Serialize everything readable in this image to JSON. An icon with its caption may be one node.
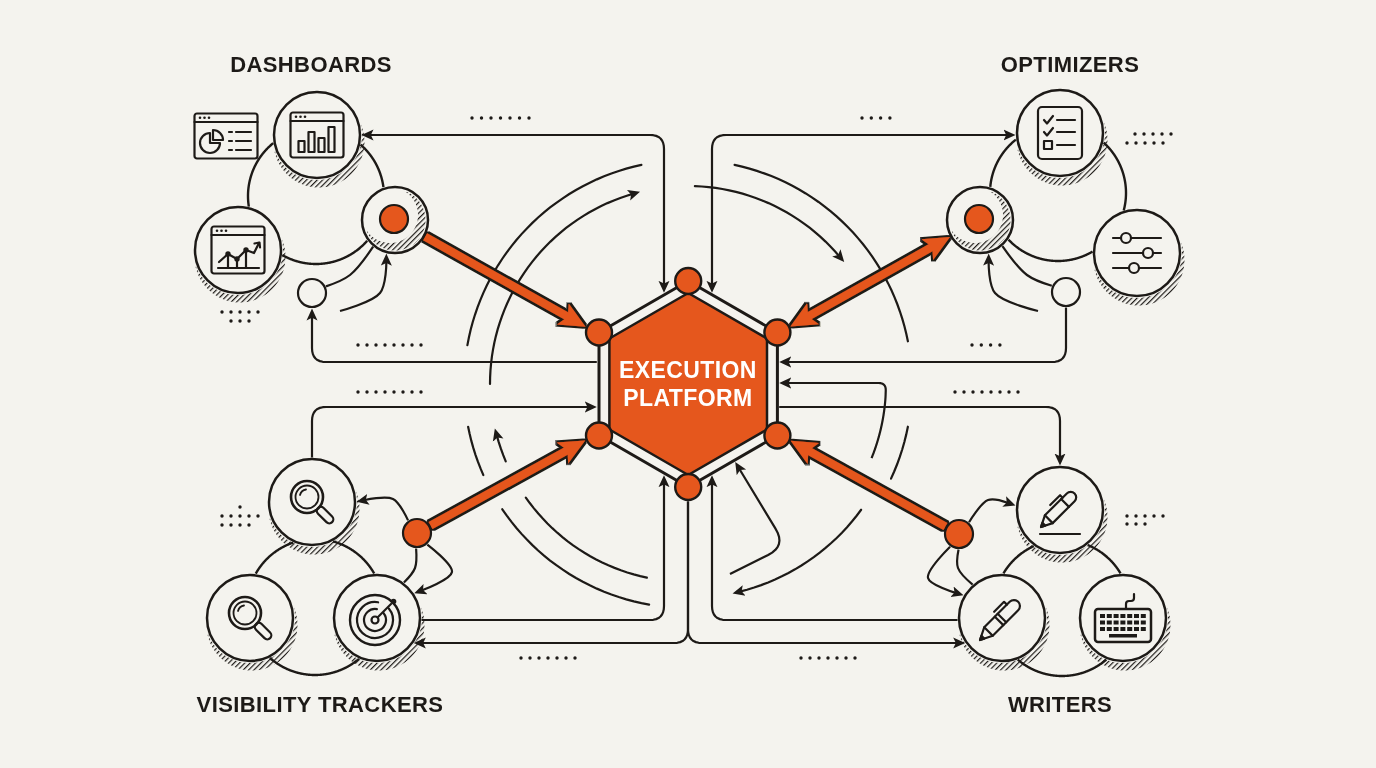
{
  "diagram": {
    "nodes": [
      {
        "text": [],
        "shape": "circle"
      },
      {
        "text": [],
        "shape": "circle"
      },
      {
        "text": [],
        "shape": "circle"
      },
      {
        "text": [],
        "shape": "circle"
      },
      {
        "text": [],
        "shape": "circle"
      },
      {
        "text": [],
        "shape": "circle"
      },
      {
        "text": [],
        "shape": "circle"
      },
      {
        "text": [],
        "shape": "circle"
      },
      {
        "text": [
          "EXECUTION PLATFORM"
        ]
      },
      {
        "text": [],
        "shape": "circle"
      },
      {
        "text": [],
        "shape": "circle"
      },
      {
        "text": [],
        "shape": "circle"
      },
      {
        "text": [],
        "shape": "circle"
      },
      {
        "text": [],
        "shape": "circle"
      },
      {
        "text": [],
        "shape": "circle"
      },
      {
        "text": [],
        "shape": "circle"
      },
      {
        "text": [],
        "shape": "circle"
      }
    ],
    "edges": [
      {
        "from": 0,
        "to": 2,
        "arrow": "none"
      },
      {
        "from": 2,
        "to": 1,
        "arrow": "none"
      },
      {
        "from": 1,
        "to": 0,
        "arrow": "none"
      },
      {
        "from": 1,
        "to": 8,
        "arrow": "to",
        "style": "thick",
        "color": "#e5571d"
      },
      {
        "from": 3,
        "to": 1,
        "arrow": "none"
      },
      {
        "from": null,
        "to": 1,
        "arrow": "to"
      },
      {
        "from": 8,
        "to": 0,
        "arrow": "both"
      },
      {
        "from": 8,
        "to": 3,
        "arrow": "to"
      },
      {
        "from": 4,
        "to": 5,
        "arrow": "none"
      },
      {
        "from": 5,
        "to": 6,
        "arrow": "none"
      },
      {
        "from": 6,
        "to": 4,
        "arrow": "none"
      },
      {
        "from": 5,
        "to": 8,
        "arrow": "both",
        "style": "thick",
        "color": "#e5571d"
      },
      {
        "from": 7,
        "to": 5,
        "arrow": "none"
      },
      {
        "from": null,
        "to": 5,
        "arrow": "to"
      },
      {
        "from": 8,
        "to": 4,
        "arrow": "both"
      },
      {
        "from": 7,
        "to": 8,
        "arrow": "to"
      },
      {
        "from": null,
        "to": 8,
        "arrow": "to"
      },
      {
        "from": 8,
        "to": 13,
        "arrow": "to"
      },
      {
        "from": 9,
        "to": 11,
        "arrow": "none"
      },
      {
        "from": 11,
        "to": 12,
        "arrow": "none"
      },
      {
        "from": 12,
        "to": 9,
        "arrow": "none"
      },
      {
        "from": 10,
        "to": 8,
        "arrow": "to",
        "style": "thick",
        "color": "#e5571d"
      },
      {
        "from": 10,
        "to": 9,
        "arrow": "to"
      },
      {
        "from": 10,
        "to": 12,
        "arrow": "none"
      },
      {
        "from": 10,
        "to": 12,
        "arrow": "to"
      },
      {
        "from": 12,
        "to": 8,
        "arrow": "to"
      },
      {
        "from": 8,
        "to": 12,
        "arrow": "to"
      },
      {
        "from": 9,
        "to": 8,
        "arrow": "to"
      },
      {
        "from": 13,
        "to": 15,
        "arrow": "none"
      },
      {
        "from": 15,
        "to": 16,
        "arrow": "none"
      },
      {
        "from": 16,
        "to": 13,
        "arrow": "none"
      },
      {
        "from": 14,
        "to": 8,
        "arrow": "to",
        "style": "thick",
        "color": "#e5571d"
      },
      {
        "from": 14,
        "to": 13,
        "arrow": "to"
      },
      {
        "from": 14,
        "to": 15,
        "arrow": "none"
      },
      {
        "from": 14,
        "to": 15,
        "arrow": "to"
      },
      {
        "from": 15,
        "to": 8,
        "arrow": "to"
      },
      {
        "from": 8,
        "to": 15,
        "arrow": "to"
      },
      {
        "from": null,
        "to": 8,
        "arrow": "to"
      }
    ],
    "labels": [
      "DASHBOARDS",
      "OPTIMIZERS",
      "VISIBILITY TRACKERS",
      "WRITERS"
    ]
  }
}
